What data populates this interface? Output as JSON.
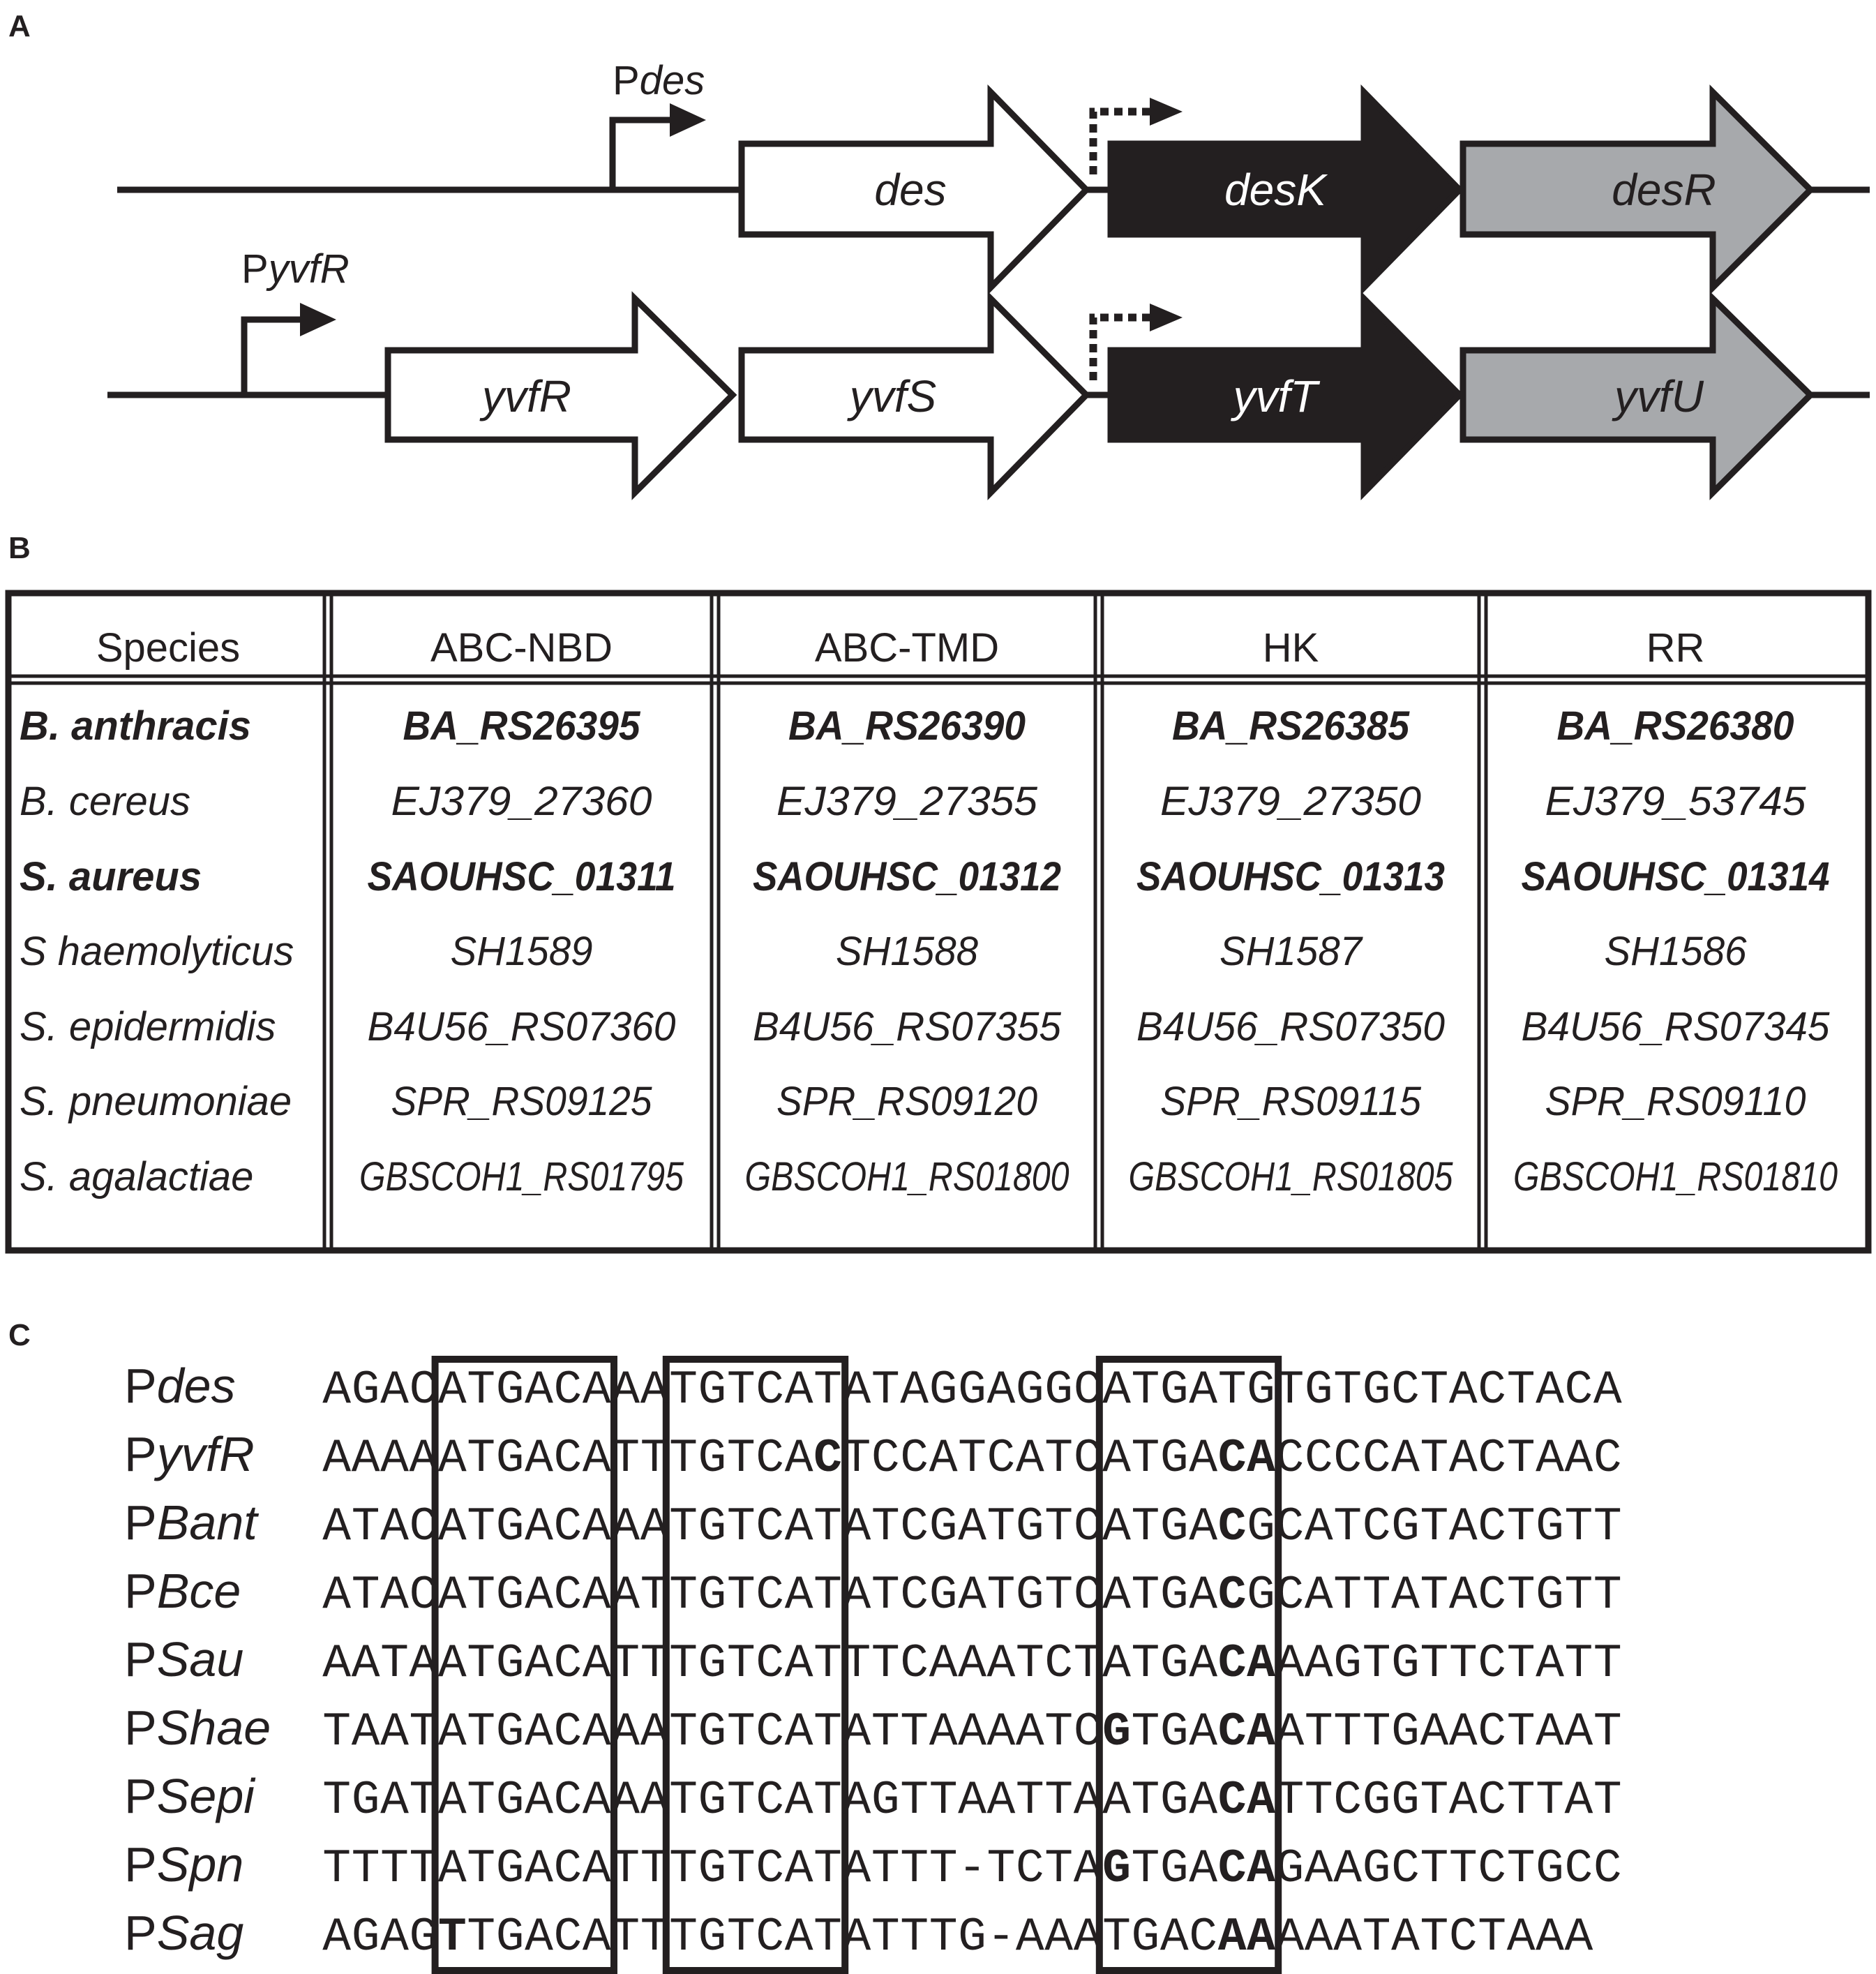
{
  "panels": {
    "a": {
      "letter": "A"
    },
    "b": {
      "letter": "B"
    },
    "c": {
      "letter": "C"
    }
  },
  "operon1": {
    "promoter": {
      "prefix": "P",
      "italic": "des"
    },
    "genes": [
      {
        "id": "des",
        "label": "des",
        "fill": "#ffffff",
        "text_color": "#231f20"
      },
      {
        "id": "desK",
        "label": "desK",
        "fill": "#231f20",
        "text_color": "#ffffff"
      },
      {
        "id": "desR",
        "label": "desR",
        "fill": "#a7a9ac",
        "text_color": "#231f20"
      }
    ]
  },
  "operon2": {
    "promoter": {
      "prefix": "P",
      "italic": "yvfR"
    },
    "genes": [
      {
        "id": "yvfR",
        "label": "yvfR",
        "fill": "#ffffff",
        "text_color": "#231f20"
      },
      {
        "id": "yvfS",
        "label": "yvfS",
        "fill": "#ffffff",
        "text_color": "#231f20"
      },
      {
        "id": "yvfT",
        "label": "yvfT",
        "fill": "#231f20",
        "text_color": "#ffffff"
      },
      {
        "id": "yvfU",
        "label": "yvfU",
        "fill": "#a7a9ac",
        "text_color": "#231f20"
      }
    ]
  },
  "table": {
    "headers": [
      "Species",
      "ABC-NBD",
      "ABC-TMD",
      "HK",
      "RR"
    ],
    "rows": [
      {
        "bold": true,
        "cells": [
          "B. anthracis",
          "BA_RS26395",
          "BA_RS26390",
          "BA_RS26385",
          "BA_RS26380"
        ]
      },
      {
        "bold": false,
        "cells": [
          "B. cereus",
          "EJ379_27360",
          "EJ379_27355",
          "EJ379_27350",
          "EJ379_53745"
        ]
      },
      {
        "bold": true,
        "cells": [
          "S. aureus",
          "SAOUHSC_01311",
          "SAOUHSC_01312",
          "SAOUHSC_01313",
          "SAOUHSC_01314"
        ]
      },
      {
        "bold": false,
        "cells": [
          "S haemolyticus",
          "SH1589",
          "SH1588",
          "SH1587",
          "SH1586"
        ]
      },
      {
        "bold": false,
        "cells": [
          "S. epidermidis",
          "B4U56_RS07360",
          "B4U56_RS07355",
          "B4U56_RS07350",
          "B4U56_RS07345"
        ]
      },
      {
        "bold": false,
        "cells": [
          "S. pneumoniae",
          "SPR_RS09125",
          "SPR_RS09120",
          "SPR_RS09115",
          "SPR_RS09110"
        ]
      },
      {
        "bold": false,
        "cells": [
          "S. agalactiae",
          "GBSCOH1_RS01795",
          "GBSCOH1_RS01800",
          "GBSCOH1_RS01805",
          "GBSCOH1_RS01810"
        ]
      }
    ]
  },
  "alignment": {
    "boxes": [
      {
        "start": 4,
        "end": 9
      },
      {
        "start": 12,
        "end": 17
      },
      {
        "start": 27,
        "end": 32
      }
    ],
    "rows": [
      {
        "prefix": "P",
        "italic": "des",
        "seq": "AGACATGACAAATGTCATATAGGAGGCATGATGTGTGCTACTACA",
        "bold": []
      },
      {
        "prefix": "P",
        "italic": "yvfR",
        "seq": "AAAAATGACATTTGTCACTCCATCATCATGACACCCCATACTAAC",
        "bold": [
          17,
          31,
          32
        ]
      },
      {
        "prefix": "P",
        "italic": "Bant",
        "seq": "ATACATGACAAATGTCATATCGATGTCATGACGCATCGTACTGTT",
        "bold": [
          31
        ]
      },
      {
        "prefix": "P",
        "italic": "Bce",
        "seq": "ATACATGACAATTGTCATATCGATGTCATGACGCATTATACTGTT",
        "bold": [
          31
        ]
      },
      {
        "prefix": "P",
        "italic": "Sau",
        "seq": "AATAATGACATTTGTCATTTCAAATCTATGACAAAGTGTTCTATT",
        "bold": [
          31,
          32
        ]
      },
      {
        "prefix": "P",
        "italic": "Shae",
        "seq": "TAATATGACAAATGTCATATTAAAATCGTGACAATTTGAACTAAT",
        "bold": [
          27,
          31,
          32
        ]
      },
      {
        "prefix": "P",
        "italic": "Sepi",
        "seq": "TGATATGACAAATGTCATAGTTAATTAATGACATTCGGTACTTAT",
        "bold": [
          31,
          32
        ]
      },
      {
        "prefix": "P",
        "italic": "Spn",
        "seq": "TTTTATGACATTTGTCATATTT-TCTAGTGACAGAAGCTTCTGCC",
        "bold": [
          27,
          31,
          32
        ]
      },
      {
        "prefix": "P",
        "italic": "Sag",
        "seq": "AGAGTTGACATTTGTCATATTTG-AAATGACAAAAATATCTAAA",
        "bold": [
          4,
          31,
          32
        ]
      }
    ]
  }
}
